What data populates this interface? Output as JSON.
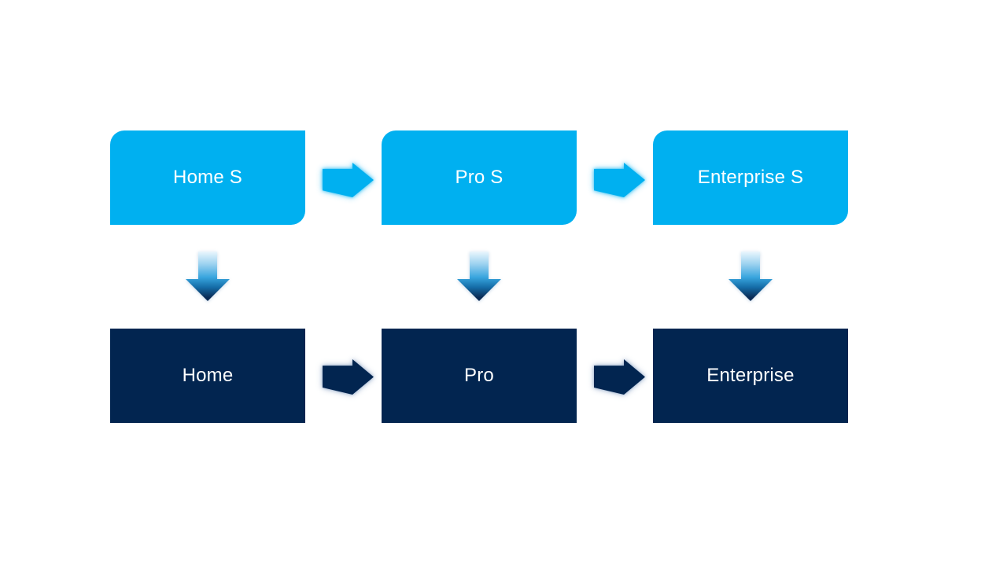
{
  "colors": {
    "light_blue": "#00B0F0",
    "navy": "#022550",
    "white_text": "#FFFFFF",
    "grad_top": "#EAF6FD",
    "grad_mid": "#38A5DE",
    "grad_deep": "#0B2B55"
  },
  "top_row": {
    "items": [
      {
        "label": "Home S"
      },
      {
        "label": "Pro S"
      },
      {
        "label": "Enterprise S"
      }
    ]
  },
  "bottom_row": {
    "items": [
      {
        "label": "Home"
      },
      {
        "label": "Pro"
      },
      {
        "label": "Enterprise"
      }
    ]
  },
  "icons": {
    "right_arrow": "right-arrow",
    "down_arrow": "down-arrow"
  }
}
